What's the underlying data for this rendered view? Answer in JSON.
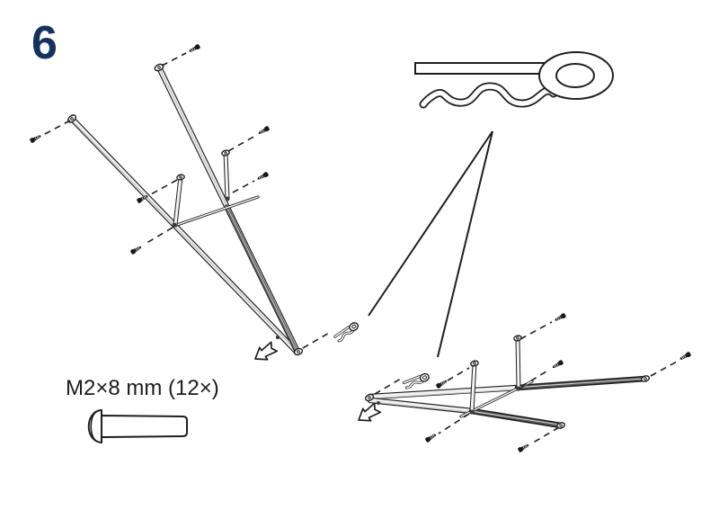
{
  "page": {
    "step_number": "6",
    "background_color": "#ffffff",
    "accent_color": "#16325f",
    "line_color": "#1f1f1f"
  },
  "hardware": {
    "label": "M2×8 mm (12×)",
    "spec": "M2×8 mm",
    "quantity": "12×"
  },
  "illustration": {
    "icons": [
      {
        "name": "r-clip-icon",
        "meaning": "R-clip retaining pin, enlarged detail"
      },
      {
        "name": "mini-r-clip-icon",
        "meaning": "R-clip shown at insertion point"
      },
      {
        "name": "screw-icon",
        "meaning": "small screw on dashed insertion guide"
      },
      {
        "name": "pan-head-screw-icon",
        "meaning": "M2×8 mm pan head screw"
      },
      {
        "name": "direction-arrow-icon",
        "meaning": "insertion direction arrow"
      },
      {
        "name": "frame-upright-illustration",
        "meaning": "stand frame, upright exploded view"
      },
      {
        "name": "frame-folded-illustration",
        "meaning": "stand frame, folded flat exploded view"
      }
    ]
  }
}
